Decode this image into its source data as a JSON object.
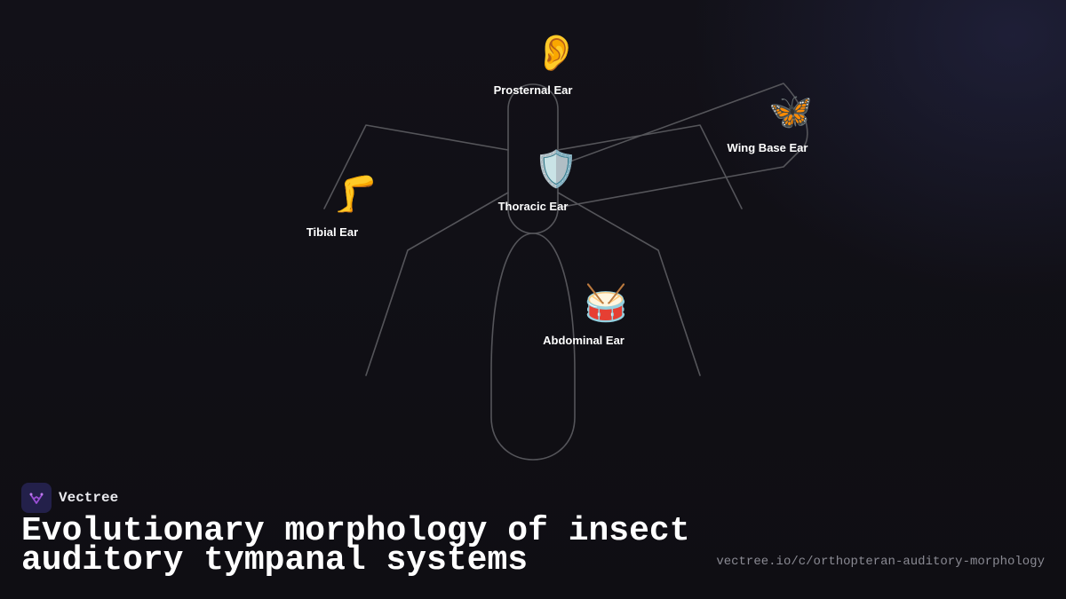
{
  "diagram": {
    "nodes": [
      {
        "id": "prosternal",
        "icon": "👂",
        "icon_name": "ear-icon",
        "label": "Prosternal Ear"
      },
      {
        "id": "wing-base",
        "icon": "🦋",
        "icon_name": "butterfly-icon",
        "label": "Wing Base Ear"
      },
      {
        "id": "thoracic",
        "icon": "🛡️",
        "icon_name": "shield-icon",
        "label": "Thoracic Ear"
      },
      {
        "id": "tibial",
        "icon": "🦵",
        "icon_name": "leg-icon",
        "label": "Tibial Ear"
      },
      {
        "id": "abdominal",
        "icon": "🥁",
        "icon_name": "drum-icon",
        "label": "Abdominal Ear"
      }
    ]
  },
  "brand": {
    "name": "Vectree",
    "logo_icon": "vectree-logo-icon",
    "logo_color": "#9b4fd6"
  },
  "title": "Evolutionary morphology of insect auditory tympanal systems",
  "url": "vectree.io/c/orthopteran-auditory-morphology",
  "colors": {
    "background": "#0f0e13",
    "outline": "#5a5a5e",
    "text": "#ffffff",
    "muted": "#8a8a93"
  }
}
